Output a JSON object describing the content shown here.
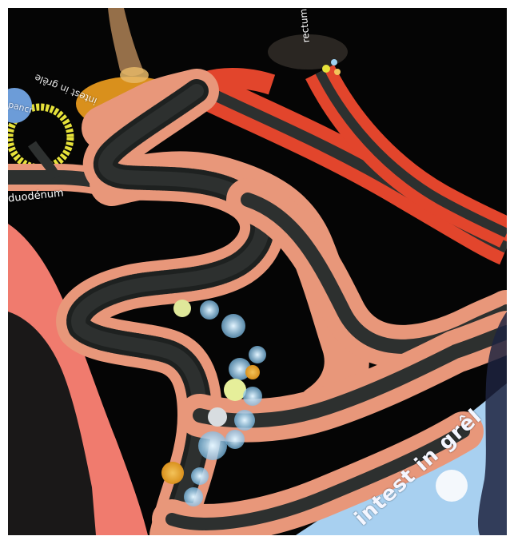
{
  "labels": {
    "intestin_top": "intest in grêle",
    "rectum": "rectum",
    "duodenum": "duodénum",
    "pancreas": "pancr",
    "intestin_bottom": "intest in grêl"
  },
  "colors": {
    "background": "#050505",
    "intestine_wall": "#e8977a",
    "intestine_lumen": "#2d302f",
    "rectum_red": "#e2452c",
    "stomach_pink": "#f07b6e",
    "pancreas_yellow": "#e6e23a",
    "label_disc_orange": "#d9901c",
    "particle_blue": "#9fd2f2"
  },
  "icons": {
    "foot": "bare-foot",
    "particles": "food-particles"
  }
}
